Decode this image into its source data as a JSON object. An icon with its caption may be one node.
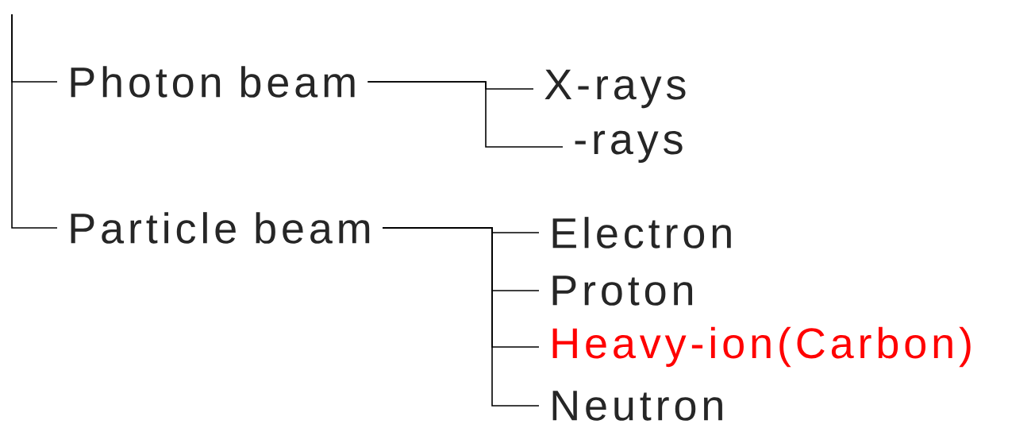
{
  "diagram": {
    "nodes": [
      {
        "text": [
          "Photon beam"
        ]
      },
      {
        "text": [
          "Particle beam"
        ]
      },
      {
        "text": [
          "X-rays"
        ]
      },
      {
        "text": [
          "-rays"
        ]
      },
      {
        "text": [
          "Electron"
        ]
      },
      {
        "text": [
          "Proton"
        ]
      },
      {
        "text": [
          "Heavy-ion(Carbon)"
        ]
      },
      {
        "text": [
          "Neutron"
        ]
      }
    ],
    "edges": [
      {
        "from": null,
        "to": 0,
        "arrow": "none"
      },
      {
        "from": null,
        "to": 1,
        "arrow": "none"
      },
      {
        "from": 0,
        "to": 2,
        "arrow": "none"
      },
      {
        "from": 0,
        "to": 3,
        "arrow": "none"
      },
      {
        "from": 1,
        "to": 4,
        "arrow": "none"
      },
      {
        "from": 1,
        "to": 5,
        "arrow": "none"
      },
      {
        "from": 1,
        "to": 6,
        "arrow": "none"
      },
      {
        "from": 1,
        "to": 7,
        "arrow": "none"
      }
    ]
  }
}
